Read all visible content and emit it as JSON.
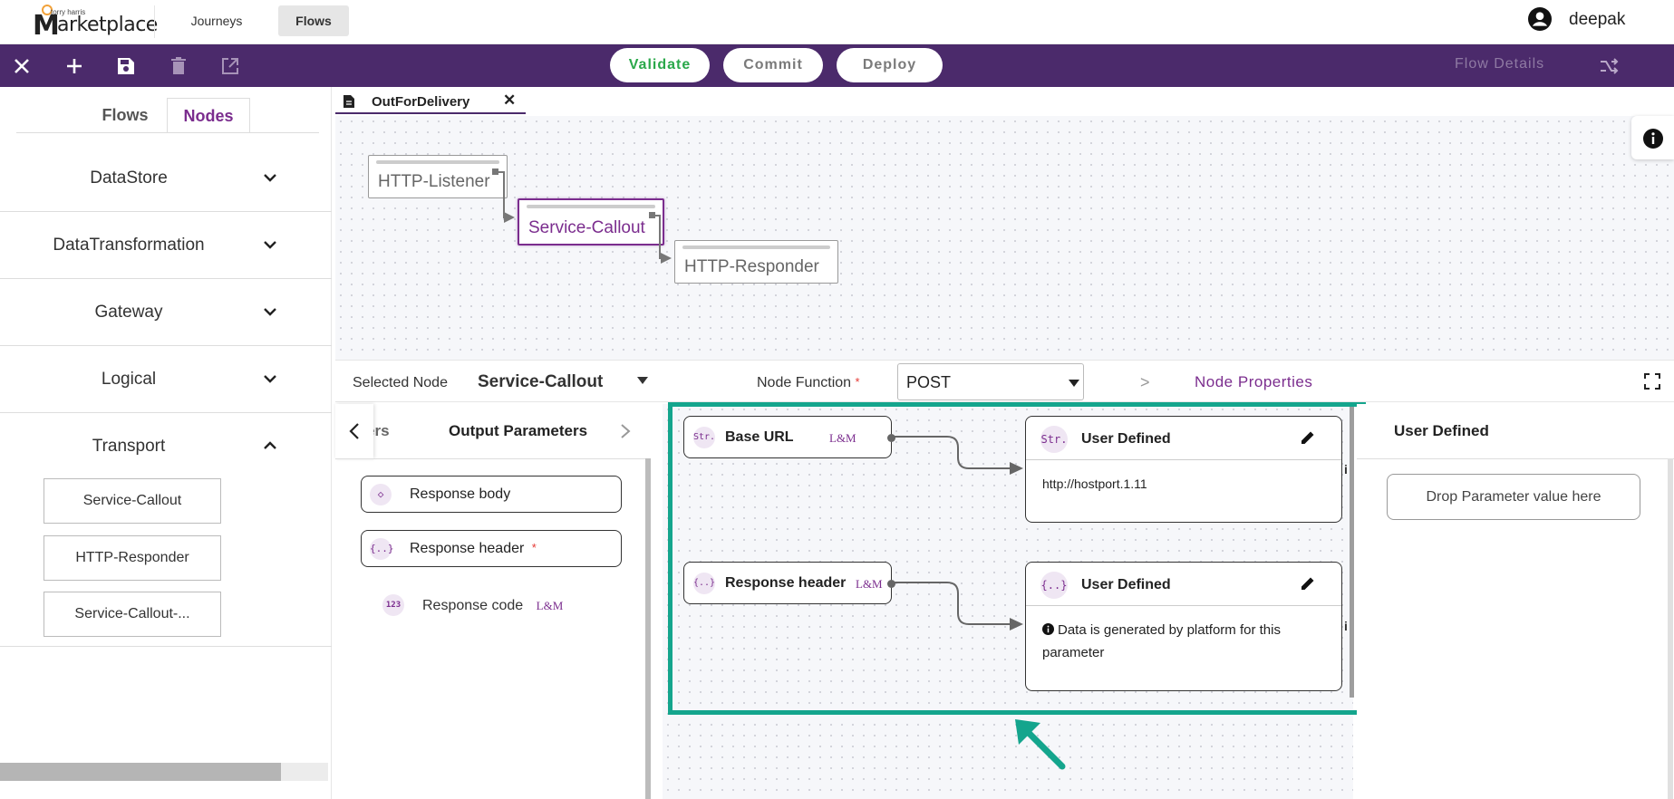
{
  "app": {
    "logo_small": "torry harris",
    "logo_text": "arketplace",
    "logo_m": "M"
  },
  "topnav": {
    "tabs": [
      "Journeys",
      "Flows"
    ],
    "active_tab": "Flows",
    "user": "deepak"
  },
  "toolbar": {
    "icons": [
      "close-icon",
      "plus-icon",
      "save-icon",
      "trash-icon",
      "external-link-icon"
    ],
    "validate": "Validate",
    "commit": "Commit",
    "deploy": "Deploy",
    "flow_details": "Flow Details",
    "colors": {
      "bar": "#4b2a6b",
      "validate": "#2aa84a"
    }
  },
  "left_panel": {
    "tabs": [
      "Flows",
      "Nodes"
    ],
    "active_tab": "Nodes",
    "categories": [
      "DataStore",
      "DataTransformation",
      "Gateway",
      "Logical",
      "Transport"
    ],
    "expanded_category": "Transport",
    "transport_nodes": [
      "Service-Callout",
      "HTTP-Responder",
      "Service-Callout-..."
    ]
  },
  "editor": {
    "open_file": "OutForDelivery",
    "close_glyph": "✕",
    "flow_nodes": [
      "HTTP-Listener",
      "Service-Callout",
      "HTTP-Responder"
    ],
    "selected_flow_node": "Service-Callout"
  },
  "node_bar": {
    "selected_node_label": "Selected Node",
    "selected_node_value": "Service-Callout",
    "node_function_label": "Node Function",
    "required_mark": "*",
    "node_function_value": "POST",
    "separator": ">",
    "node_properties": "Node Properties"
  },
  "params": {
    "prev_tab_cut": "ers",
    "active_tab": "Output Parameters",
    "items": [
      {
        "icon": "◇",
        "label": "Response body",
        "required": false
      },
      {
        "icon": "{..}",
        "label": "Response header",
        "required": true
      },
      {
        "icon": "123",
        "label": "Response code",
        "tag": "L&M"
      }
    ]
  },
  "mapping": {
    "sources": [
      {
        "icon": "Str.",
        "label": "Base URL",
        "tag": "L&M"
      },
      {
        "icon": "{..}",
        "label": "Response header",
        "tag": "L&M"
      }
    ],
    "targets": [
      {
        "icon": "Str.",
        "title": "User Defined",
        "body": "http://hostport.1.11",
        "note": ""
      },
      {
        "icon": "{..}",
        "title": "User Defined",
        "body": "Data is generated by platform for this parameter",
        "note": "info-icon"
      }
    ],
    "side_marker": "i",
    "highlight_color": "#14a58d"
  },
  "right_panel": {
    "title": "User Defined",
    "drop_placeholder": "Drop Parameter value here"
  }
}
